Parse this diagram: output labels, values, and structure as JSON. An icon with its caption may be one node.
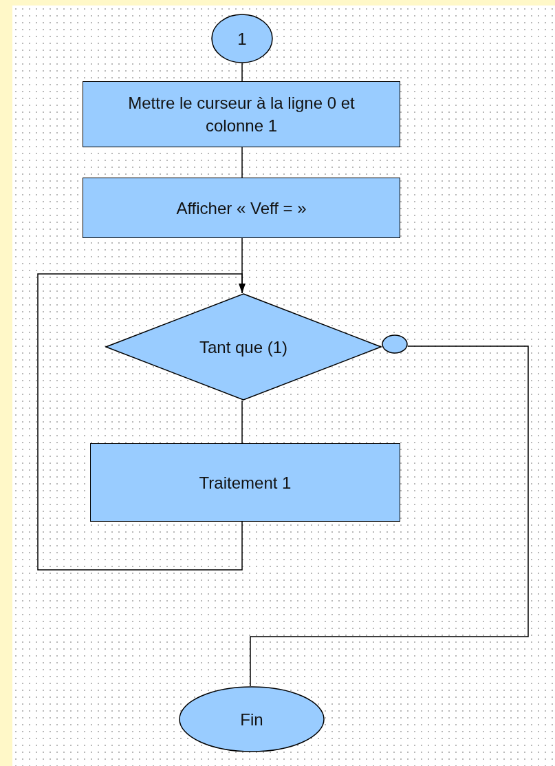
{
  "diagram": {
    "nodes": [
      {
        "text": [
          "1"
        ]
      },
      {
        "text": [
          "Mettre le curseur à la ligne 0 et colonne 1"
        ]
      },
      {
        "text": [
          "Afficher « Veff = »"
        ]
      },
      {
        "text": [
          "Tant que (1)"
        ]
      },
      {
        "text": [],
        "shape": "circle"
      },
      {
        "text": [
          "Traitement 1"
        ]
      },
      {
        "text": [
          "Fin"
        ]
      }
    ],
    "edges": [
      {
        "from": 0,
        "to": 1,
        "arrow": "none"
      },
      {
        "from": 1,
        "to": 2,
        "arrow": "none"
      },
      {
        "from": 2,
        "to": 3,
        "arrow": "none"
      },
      {
        "from": 3,
        "to": 5,
        "arrow": "none"
      },
      {
        "from": 5,
        "to": 3,
        "arrow": "to"
      },
      {
        "from": 4,
        "to": 6,
        "arrow": "none"
      }
    ]
  }
}
